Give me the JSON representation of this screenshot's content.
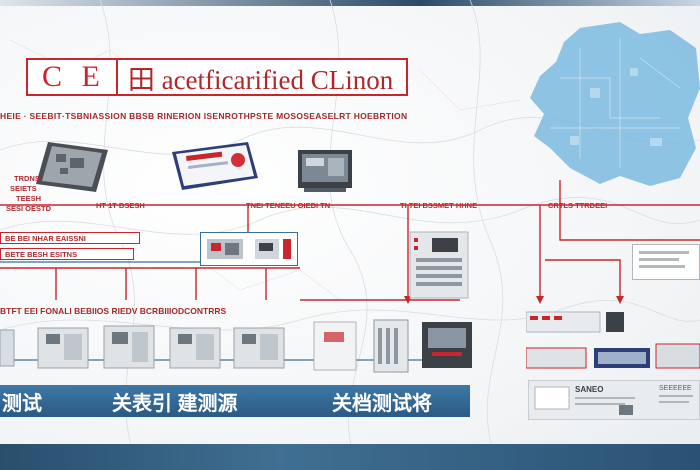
{
  "title": {
    "mark": "C E",
    "text": "田 acetficarified CLinon"
  },
  "subheading": "HEIE · SEEBIT·TSBNIASSION  BBSB RINERION  ISENROTHPSTE  MOSOSEASELRT HOEBRTION",
  "mid_labels": [
    "HT 1T BSESH",
    "TNEI TENEEU OIEDI TN",
    "TI TEI BSSMET HHNE",
    "CRTLS TTRDEEI"
  ],
  "left_labels": [
    "TRDNS",
    "SEIETS",
    "TEESH",
    "SESI OESTD",
    "BE BEI NHAR EAISSNI",
    "BETE BESH ESITNS"
  ],
  "section_label": "BTFT EEI  FONALI   BEBIIOS RIEDV BCRBIIIODCONTRRS",
  "banner_texts": [
    "测试",
    "关表引 建测源",
    "关档测试将"
  ],
  "right_card": {
    "header": "SANEO",
    "sub": "SEEEEEE"
  },
  "colors": {
    "accent_red": "#c8262c",
    "banner_blue": "#2a5a86",
    "map_blue": "#6fb0d6",
    "bottom_band": "#2a4f6d"
  }
}
